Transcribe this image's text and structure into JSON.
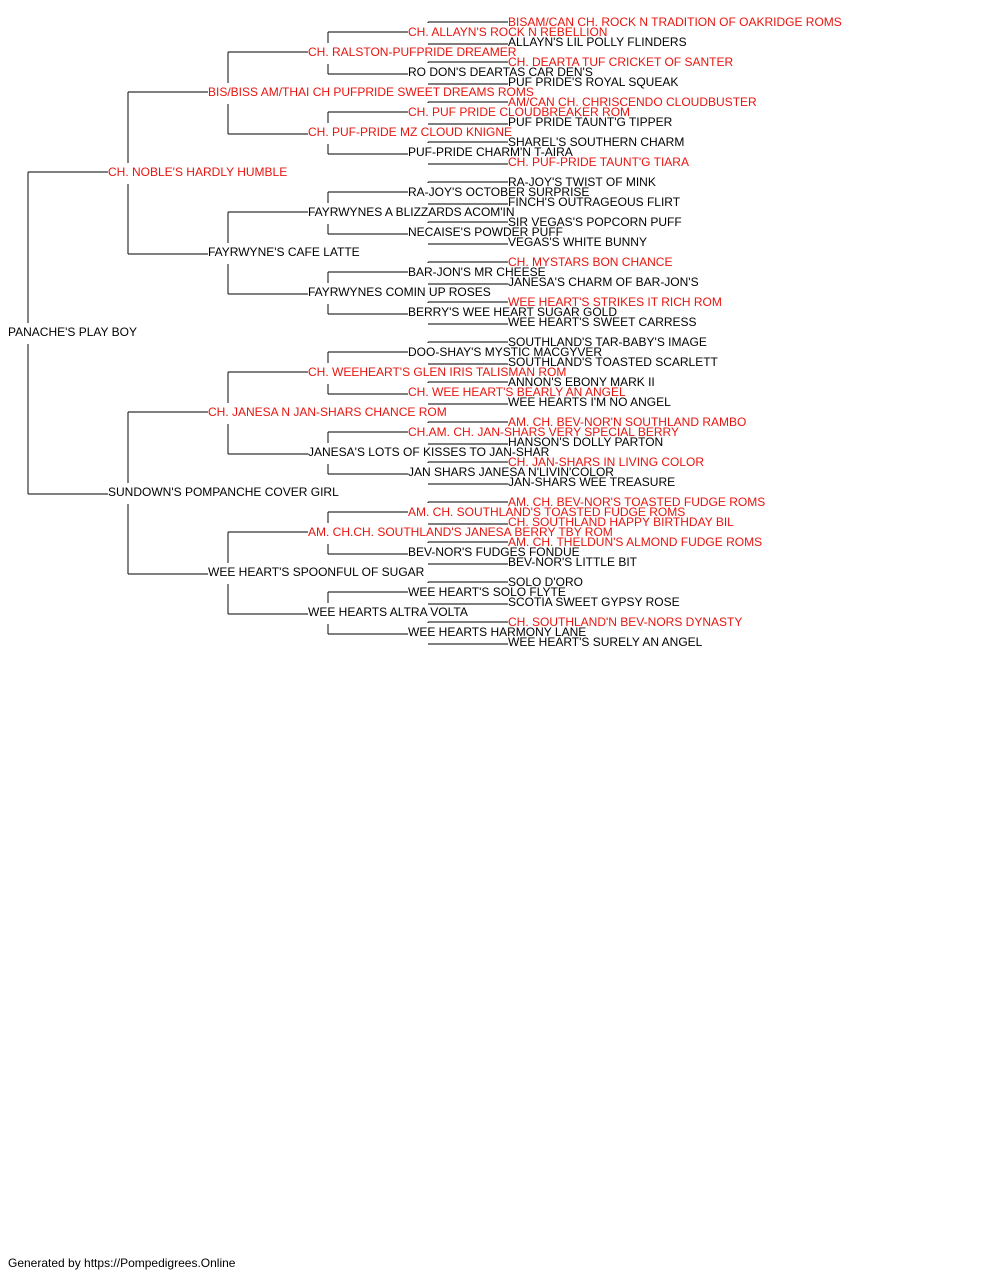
{
  "colors": {
    "champion": "#e8140f",
    "normal": "#000000",
    "line": "#333333"
  },
  "footer": "Generated by https://Pompedigrees.Online",
  "pedigree": {
    "name": "PANACHE'S PLAY BOY",
    "champion": false,
    "sire": {
      "name": "CH. NOBLE'S HARDLY HUMBLE",
      "champion": true,
      "sire": {
        "name": "BIS/BISS AM/THAI CH PUFPRIDE SWEET DREAMS ROMS",
        "champion": true,
        "sire": {
          "name": "CH. RALSTON-PUFPRIDE DREAMER",
          "champion": true,
          "sire": {
            "name": "CH. ALLAYN'S ROCK N REBELLION",
            "champion": true,
            "sire": {
              "name": "BISAM/CAN CH. ROCK N TRADITION OF OAKRIDGE ROMS",
              "champion": true
            },
            "dam": {
              "name": "ALLAYN'S LIL POLLY FLINDERS",
              "champion": false
            }
          },
          "dam": {
            "name": "RO DON'S DEARTAS CAR DEN'S",
            "champion": false,
            "sire": {
              "name": "CH. DEARTA TUF CRICKET OF SANTER",
              "champion": true
            },
            "dam": {
              "name": "PUF PRIDE'S ROYAL SQUEAK",
              "champion": false
            }
          }
        },
        "dam": {
          "name": "CH. PUF-PRIDE MZ CLOUD KNIGNE",
          "champion": true,
          "sire": {
            "name": "CH. PUF PRIDE CLOUDBREAKER ROM",
            "champion": true,
            "sire": {
              "name": "AM/CAN CH. CHRISCENDO CLOUDBUSTER",
              "champion": true
            },
            "dam": {
              "name": "PUF PRIDE TAUNT'G TIPPER",
              "champion": false
            }
          },
          "dam": {
            "name": "PUF-PRIDE CHARM'N T-AIRA",
            "champion": false,
            "sire": {
              "name": "SHAREL'S SOUTHERN CHARM",
              "champion": false
            },
            "dam": {
              "name": "CH. PUF-PRIDE TAUNT'G TIARA",
              "champion": true
            }
          }
        }
      },
      "dam": {
        "name": "FAYRWYNE'S CAFE LATTE",
        "champion": false,
        "sire": {
          "name": "FAYRWYNES A BLIZZARDS ACOM'IN",
          "champion": false,
          "sire": {
            "name": "RA-JOY'S OCTOBER SURPRISE",
            "champion": false,
            "sire": {
              "name": "RA-JOY'S TWIST OF MINK",
              "champion": false
            },
            "dam": {
              "name": "FINCH'S OUTRAGEOUS FLIRT",
              "champion": false
            }
          },
          "dam": {
            "name": "NECAISE'S POWDER PUFF",
            "champion": false,
            "sire": {
              "name": "SIR VEGAS'S POPCORN PUFF",
              "champion": false
            },
            "dam": {
              "name": "VEGAS'S WHITE BUNNY",
              "champion": false
            }
          }
        },
        "dam": {
          "name": "FAYRWYNES COMIN UP ROSES",
          "champion": false,
          "sire": {
            "name": "BAR-JON'S MR CHEESE",
            "champion": false,
            "sire": {
              "name": "CH. MYSTARS BON CHANCE",
              "champion": true
            },
            "dam": {
              "name": "JANESA'S CHARM OF BAR-JON'S",
              "champion": false
            }
          },
          "dam": {
            "name": "BERRY'S WEE HEART SUGAR GOLD",
            "champion": false,
            "sire": {
              "name": "WEE HEART'S STRIKES IT RICH ROM",
              "champion": true
            },
            "dam": {
              "name": "WEE HEART'S SWEET CARRESS",
              "champion": false
            }
          }
        }
      }
    },
    "dam": {
      "name": "SUNDOWN'S POMPANCHE COVER GIRL",
      "champion": false,
      "sire": {
        "name": "CH. JANESA N JAN-SHARS CHANCE ROM",
        "champion": true,
        "sire": {
          "name": "CH. WEEHEART'S GLEN IRIS TALISMAN ROM",
          "champion": true,
          "sire": {
            "name": "DOO-SHAY'S MYSTIC MACGYVER",
            "champion": false,
            "sire": {
              "name": "SOUTHLAND'S TAR-BABY'S IMAGE",
              "champion": false
            },
            "dam": {
              "name": "SOUTHLAND'S TOASTED SCARLETT",
              "champion": false
            }
          },
          "dam": {
            "name": "CH. WEE HEART'S BEARLY AN ANGEL",
            "champion": true,
            "sire": {
              "name": "ANNON'S EBONY MARK II",
              "champion": false
            },
            "dam": {
              "name": "WEE HEARTS I'M NO ANGEL",
              "champion": false
            }
          }
        },
        "dam": {
          "name": "JANESA'S LOTS OF KISSES TO JAN-SHAR",
          "champion": false,
          "sire": {
            "name": "CH.AM. CH. JAN-SHARS VERY SPECIAL BERRY",
            "champion": true,
            "sire": {
              "name": "AM. CH. BEV-NOR'N SOUTHLAND RAMBO",
              "champion": true
            },
            "dam": {
              "name": "HANSON'S DOLLY PARTON",
              "champion": false
            }
          },
          "dam": {
            "name": "JAN SHARS JANESA N'LIVIN'COLOR",
            "champion": false,
            "sire": {
              "name": "CH. JAN-SHARS IN LIVING COLOR",
              "champion": true
            },
            "dam": {
              "name": "JAN-SHARS WEE TREASURE",
              "champion": false
            }
          }
        }
      },
      "dam": {
        "name": "WEE HEART'S SPOONFUL OF SUGAR",
        "champion": false,
        "sire": {
          "name": "AM. CH.CH. SOUTHLAND'S JANESA BERRY TBY ROM",
          "champion": true,
          "sire": {
            "name": "AM. CH. SOUTHLAND'S TOASTED FUDGE ROMS",
            "champion": true,
            "sire": {
              "name": "AM. CH. BEV-NOR'S TOASTED FUDGE ROMS",
              "champion": true
            },
            "dam": {
              "name": "CH. SOUTHLAND HAPPY BIRTHDAY BIL",
              "champion": true
            }
          },
          "dam": {
            "name": "BEV-NOR'S FUDGES FONDUE",
            "champion": false,
            "sire": {
              "name": "AM. CH. THELDUN'S ALMOND FUDGE ROMS",
              "champion": true
            },
            "dam": {
              "name": "BEV-NOR'S LITTLE BIT",
              "champion": false
            }
          }
        },
        "dam": {
          "name": "WEE HEARTS ALTRA VOLTA",
          "champion": false,
          "sire": {
            "name": "WEE HEART'S SOLO FLYTE",
            "champion": false,
            "sire": {
              "name": "SOLO D'ORO",
              "champion": false
            },
            "dam": {
              "name": "SCOTIA SWEET GYPSY ROSE",
              "champion": false
            }
          },
          "dam": {
            "name": "WEE HEARTS HARMONY LANE",
            "champion": false,
            "sire": {
              "name": "CH. SOUTHLAND'N BEV-NORS DYNASTY",
              "champion": true
            },
            "dam": {
              "name": "WEE HEART'S SURELY AN ANGEL",
              "champion": false
            }
          }
        }
      }
    }
  }
}
